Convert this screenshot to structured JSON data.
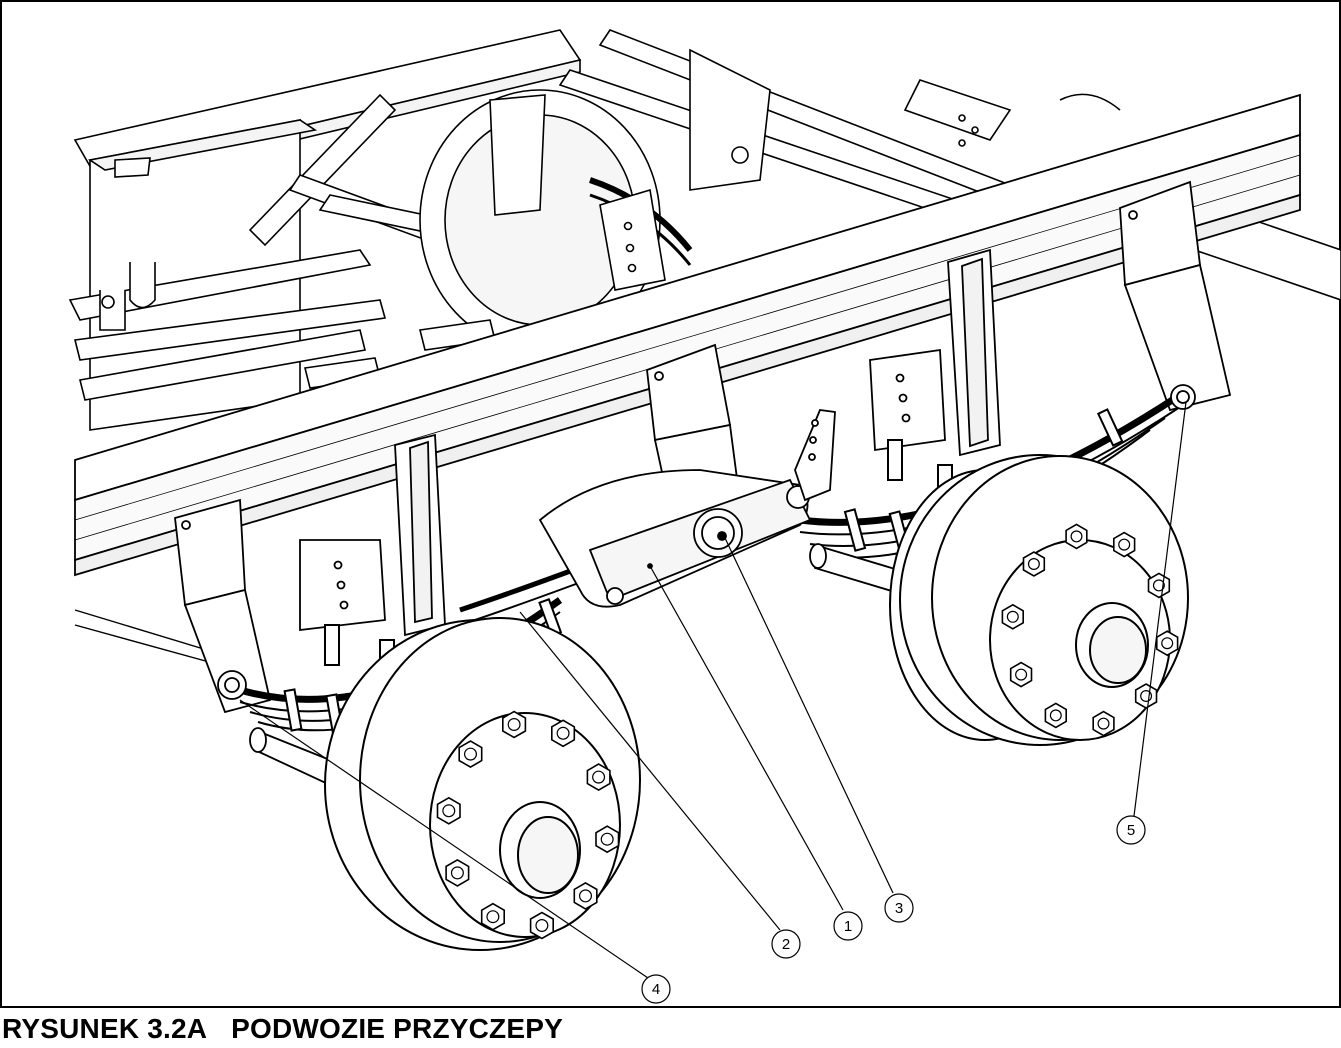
{
  "figure": {
    "caption": "RYSUNEK 3.2A   PODWOZIE PRZYCZEPY"
  },
  "callouts": [
    {
      "label": "1"
    },
    {
      "label": "2"
    },
    {
      "label": "3"
    },
    {
      "label": "4"
    },
    {
      "label": "5"
    }
  ],
  "colors": {
    "line": "#000000",
    "paper": "#ffffff",
    "shade": "#f2f2f2"
  },
  "icons": [
    "wheel-hub-icon",
    "leaf-spring-icon",
    "hanger-bracket-icon",
    "frame-rail-icon"
  ]
}
